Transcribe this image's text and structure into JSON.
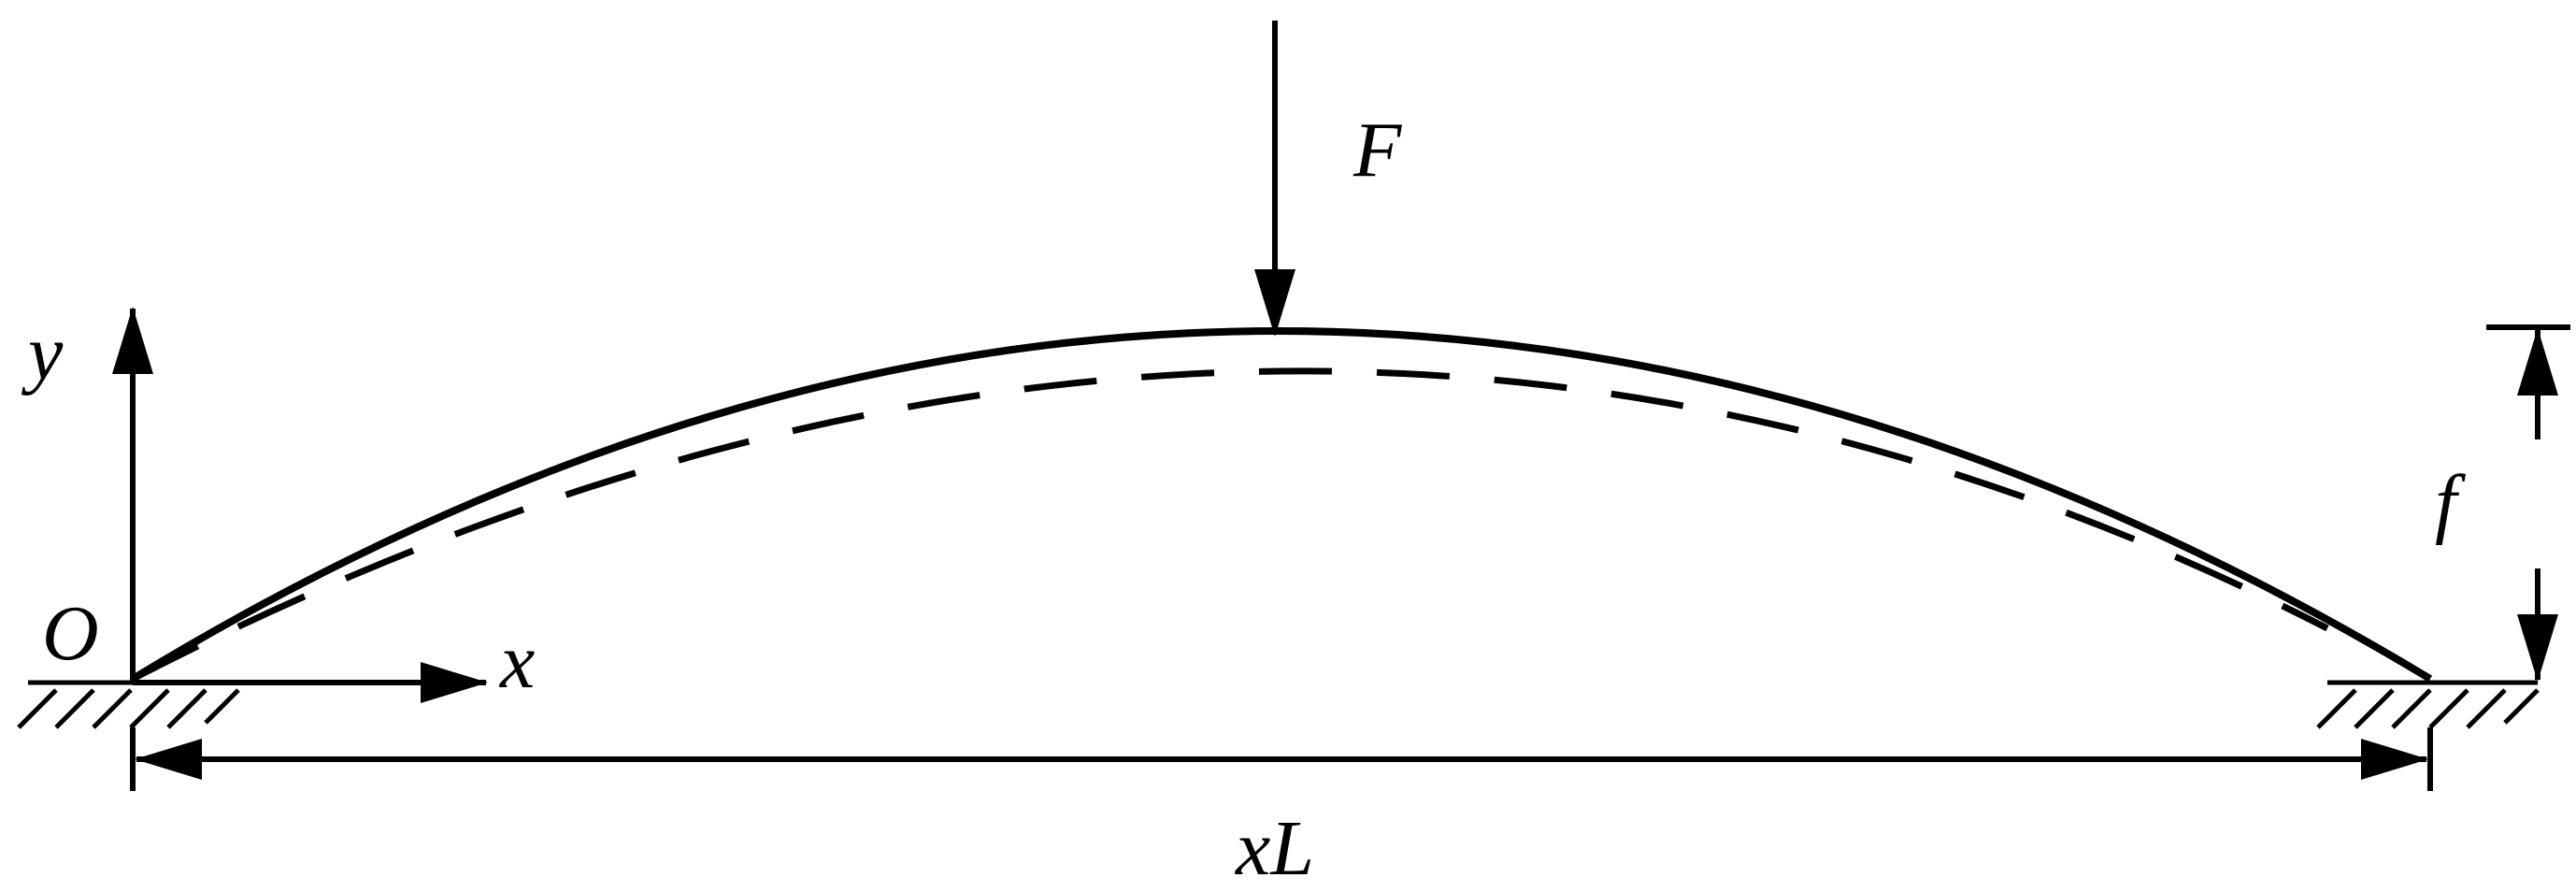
{
  "labels": {
    "force": "F",
    "y_axis": "y",
    "x_axis": "x",
    "origin": "O",
    "height": "f",
    "span": "xL"
  },
  "colors": {
    "ink": "#000000",
    "background": "#ffffff"
  }
}
